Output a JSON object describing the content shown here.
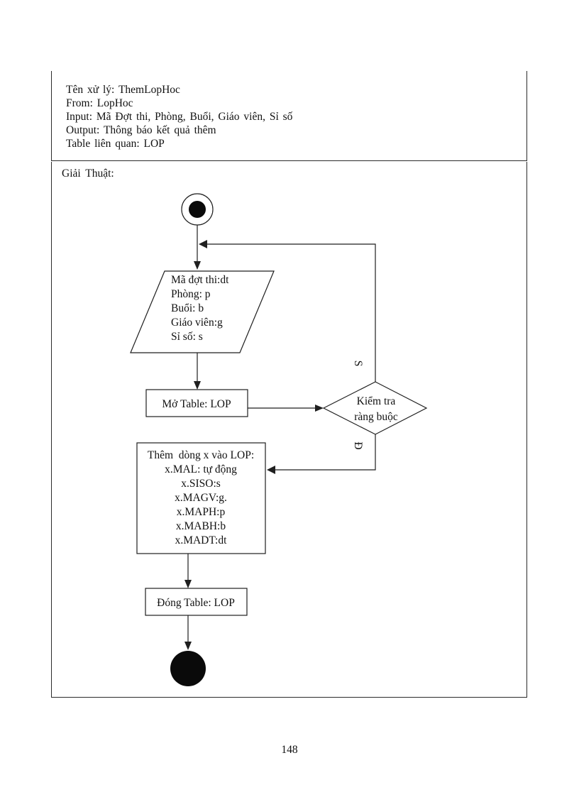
{
  "page": {
    "number": "148"
  },
  "header": {
    "lines": [
      "Tên xử lý: ThemLopHoc",
      "From: LopHoc",
      "Input: Mã Đợt thi, Phòng, Buổi, Giáo viên, Sỉ số",
      "Output: Thông báo kết quả thêm",
      "Table liên quan: LOP"
    ]
  },
  "algorithm": {
    "title": "Giải Thuật:",
    "flowchart": {
      "input": {
        "lines": [
          "Mã đợt thi:dt",
          "Phòng: p",
          "Buổi: b",
          "Giáo viên:g",
          "Sỉ số: s"
        ]
      },
      "open_table_label": "Mở Table: LOP",
      "decision": {
        "line1": "Kiểm tra",
        "line2": "ràng buộc",
        "false_label": "S",
        "true_label": "Đ"
      },
      "insert": {
        "lines": [
          "Thêm  dòng x vào LOP:",
          "x.MAL: tự động",
          "x.SISO:s",
          "x.MAGV:g.",
          "x.MAPH:p",
          "x.MABH:b",
          "x.MADT:dt"
        ]
      },
      "close_table_label": "Đóng Table: LOP"
    }
  }
}
